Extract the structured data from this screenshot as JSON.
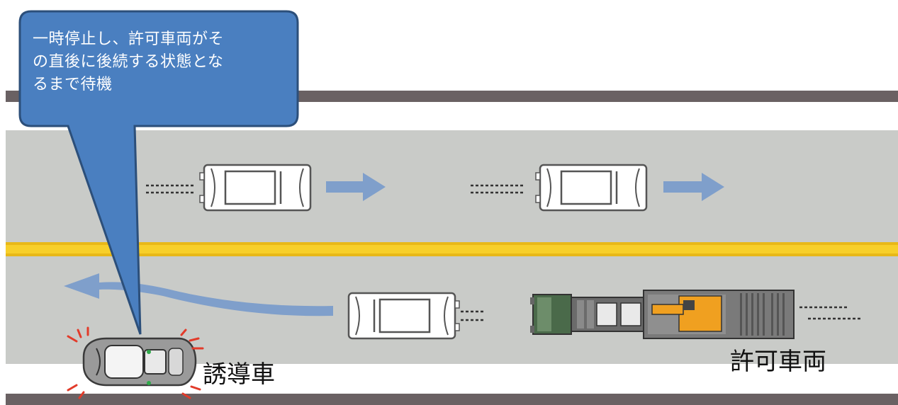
{
  "callout": {
    "lines": [
      "一時停止し、許可車両がそ",
      "の直後に後続する状態とな",
      "るまで待機"
    ]
  },
  "labels": {
    "guide_vehicle": "誘導車",
    "permitted_vehicle": "許可車両"
  },
  "colors": {
    "road": "#c9cbc8",
    "curb": "#6a6163",
    "lane_white": "#ffffff",
    "center_line": "#f5c518",
    "arrow": "#7f9fcb",
    "callout_fill": "#4a7fc0",
    "callout_stroke": "#2c4f7a",
    "excavator": "#f0a020",
    "truck_cab": "#4a6a4a"
  },
  "icons": [
    "car-top-view",
    "flow-arrow",
    "flashing-lamp",
    "low-loader-truck",
    "excavator"
  ]
}
